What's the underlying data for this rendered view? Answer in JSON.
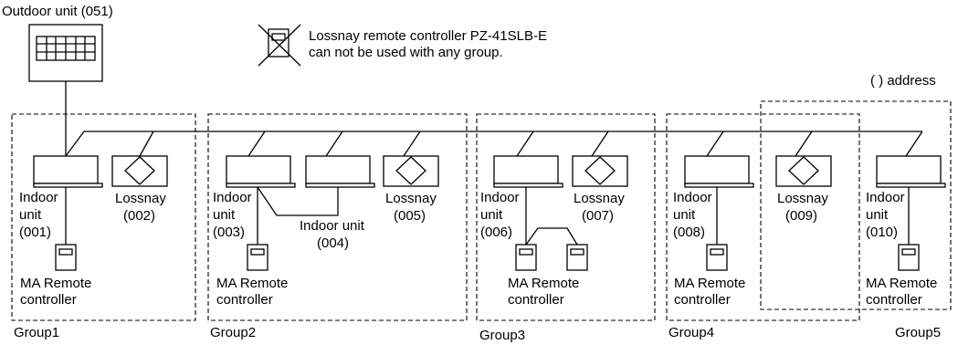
{
  "outdoor_unit": {
    "label": "Outdoor unit (051)"
  },
  "notice": {
    "line1": "Lossnay remote controller PZ-41SLB-E",
    "line2": "can not be used with any group."
  },
  "legend": {
    "address_note": "( ) address"
  },
  "groups": [
    {
      "label": "Group1",
      "indoor": [
        {
          "line1": "Indoor",
          "line2": "unit",
          "address": "(001)"
        }
      ],
      "lossnay": [
        {
          "label": "Lossnay",
          "address": "(002)"
        }
      ],
      "remote": {
        "line1": "MA Remote",
        "line2": "controller"
      }
    },
    {
      "label": "Group2",
      "indoor": [
        {
          "line1": "Indoor",
          "line2": "unit",
          "address": "(003)"
        },
        {
          "line1": "Indoor unit",
          "address": "(004)"
        }
      ],
      "lossnay": [
        {
          "label": "Lossnay",
          "address": "(005)"
        }
      ],
      "remote": {
        "line1": "MA Remote",
        "line2": "controller"
      }
    },
    {
      "label": "Group3",
      "indoor": [
        {
          "line1": "Indoor",
          "line2": "unit",
          "address": "(006)"
        }
      ],
      "lossnay": [
        {
          "label": "Lossnay",
          "address": "(007)"
        }
      ],
      "remote": {
        "line1": "MA Remote",
        "line2": "controller"
      }
    },
    {
      "label": "Group4",
      "indoor": [
        {
          "line1": "Indoor",
          "line2": "unit",
          "address": "(008)"
        }
      ],
      "lossnay": [
        {
          "label": "Lossnay",
          "address": "(009)"
        }
      ],
      "remote": {
        "line1": "MA Remote",
        "line2": "controller"
      }
    },
    {
      "label": "Group5",
      "indoor": [
        {
          "line1": "Indoor",
          "line2": "unit",
          "address": "(010)"
        }
      ],
      "remote": {
        "line1": "MA Remote",
        "line2": "controller"
      }
    }
  ]
}
